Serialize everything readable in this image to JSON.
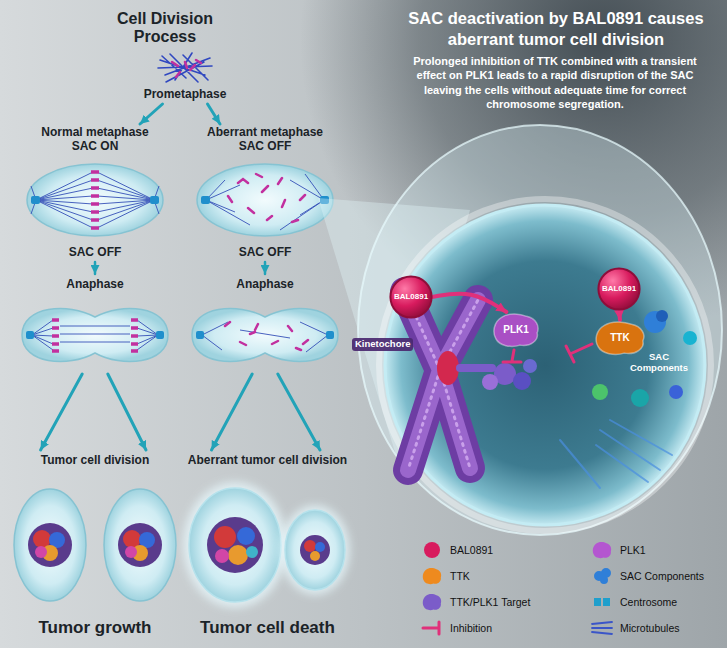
{
  "diagram": {
    "title": "SAC deactivation by BAL0891 causes aberrant tumor cell division",
    "nodes": [
      {
        "text": [
          "Prometaphase"
        ]
      },
      {
        "text": [
          "Normal metaphase SAC ON",
          "SAC OFF"
        ]
      },
      {
        "text": [
          "Aberrant metaphase SAC OFF",
          "SAC OFF"
        ]
      },
      {
        "text": [
          "Anaphase"
        ]
      },
      {
        "text": [
          "Anaphase"
        ]
      },
      {
        "text": [
          "Tumor cell division",
          "Tumor growth"
        ]
      },
      {
        "text": [
          "Aberrant tumor cell division",
          "Tumor cell death"
        ]
      },
      {
        "text": [
          "BAL0891"
        ]
      },
      {
        "text": [
          "BAL0891"
        ]
      },
      {
        "text": [
          "PLK1"
        ]
      },
      {
        "text": [
          "TTK"
        ]
      }
    ],
    "edges": [
      {
        "from": 0,
        "to": 1,
        "arrow": "to"
      },
      {
        "from": 0,
        "to": 2,
        "arrow": "to"
      },
      {
        "from": 1,
        "to": 3,
        "arrow": "to"
      },
      {
        "from": 2,
        "to": 4,
        "arrow": "to"
      },
      {
        "from": 3,
        "to": 5,
        "arrow": "to"
      },
      {
        "from": 3,
        "to": 5,
        "arrow": "to"
      },
      {
        "from": 4,
        "to": 6,
        "arrow": "to"
      },
      {
        "from": 4,
        "to": 6,
        "arrow": "to"
      },
      {
        "from": 7,
        "to": 9,
        "arrow": "to"
      },
      {
        "from": 8,
        "to": 10,
        "arrow": "to"
      }
    ],
    "labels": [
      "Cell Division Process",
      "Prolonged inhibition of TTK combined with a transient effect on PLK1 leads to a rapid disruption of the SAC leaving the cells without adequate time for correct chromosome segregation.",
      "Kinetochore",
      "SAC Components"
    ],
    "legend": [
      {
        "text": "BAL0891",
        "color": "#d81b5e"
      },
      {
        "text": "PLK1",
        "color": "#b456d0"
      },
      {
        "text": "TTK",
        "color": "#ee8a1e"
      },
      {
        "text": "SAC Components",
        "color": "#2f7fd8"
      },
      {
        "text": "TTK/PLK1 Target",
        "color": "#7b5cc9"
      },
      {
        "text": "Centrosome",
        "color": "#1f9fcc"
      },
      {
        "text": "Inhibition"
      },
      {
        "text": "Microtubules"
      }
    ]
  }
}
